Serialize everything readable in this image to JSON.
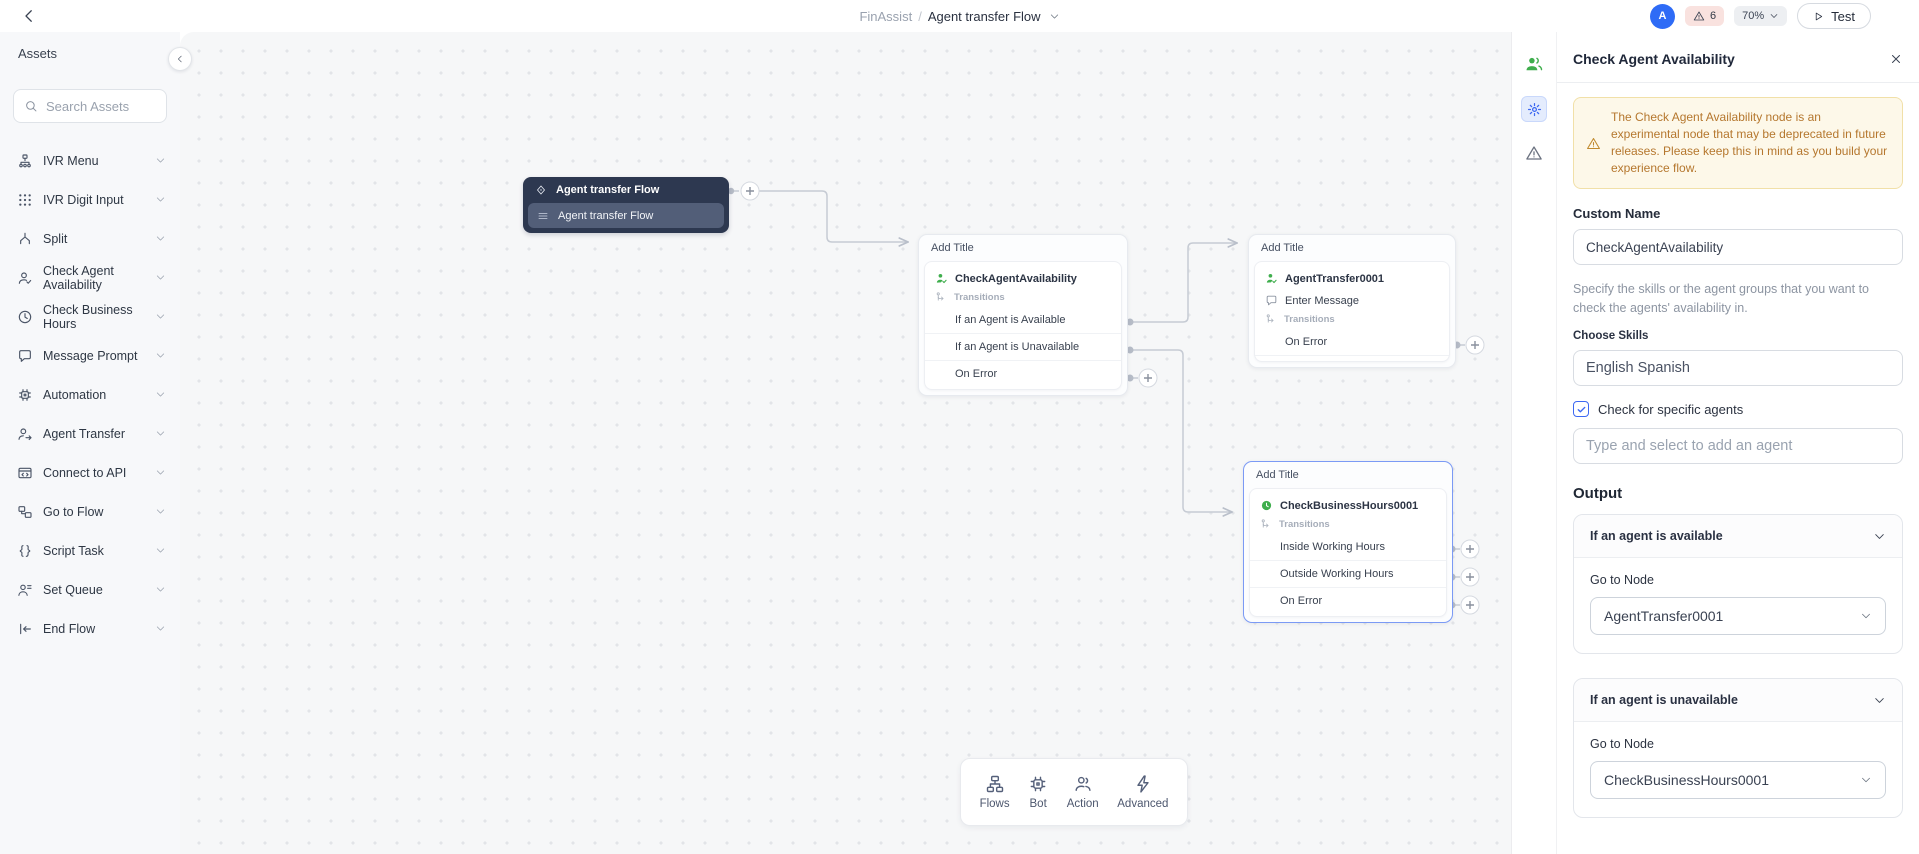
{
  "topbar": {
    "breadcrumb": {
      "app": "FinAssist",
      "separator": "/",
      "flow": "Agent transfer Flow"
    },
    "avatar_initial": "A",
    "warning_count": "6",
    "zoom_level": "70%",
    "test_label": "Test"
  },
  "sidebar": {
    "title": "Assets",
    "search_placeholder": "Search Assets",
    "items": [
      {
        "label": "IVR Menu",
        "icon": "ivr-menu"
      },
      {
        "label": "IVR Digit Input",
        "icon": "grid"
      },
      {
        "label": "Split",
        "icon": "split"
      },
      {
        "label": "Check Agent Availability",
        "icon": "person-check"
      },
      {
        "label": "Check Business Hours",
        "icon": "clock"
      },
      {
        "label": "Message Prompt",
        "icon": "chat"
      },
      {
        "label": "Automation",
        "icon": "bot"
      },
      {
        "label": "Agent Transfer",
        "icon": "person-arrow"
      },
      {
        "label": "Connect to API",
        "icon": "api"
      },
      {
        "label": "Go to Flow",
        "icon": "goto"
      },
      {
        "label": "Script Task",
        "icon": "braces"
      },
      {
        "label": "Set Queue",
        "icon": "queue"
      },
      {
        "label": "End Flow",
        "icon": "end"
      }
    ]
  },
  "canvas": {
    "start_node": {
      "title": "Agent transfer Flow",
      "sub": "Agent transfer Flow"
    },
    "node1": {
      "title": "Add Title",
      "name": "CheckAgentAvailability",
      "transitions_label": "Transitions",
      "outputs": [
        "If an Agent is Available",
        "If an Agent is Unavailable",
        "On Error"
      ]
    },
    "node2": {
      "title": "Add Title",
      "name": "AgentTransfer0001",
      "message_label": "Enter Message",
      "transitions_label": "Transitions",
      "outputs": [
        "On Error"
      ]
    },
    "node3": {
      "title": "Add Title",
      "name": "CheckBusinessHours0001",
      "transitions_label": "Transitions",
      "outputs": [
        "Inside Working Hours",
        "Outside Working Hours",
        "On Error"
      ]
    },
    "toolbar": [
      {
        "label": "Flows",
        "icon": "flows"
      },
      {
        "label": "Bot",
        "icon": "bot"
      },
      {
        "label": "Action",
        "icon": "action"
      },
      {
        "label": "Advanced",
        "icon": "advanced"
      }
    ]
  },
  "panel": {
    "title": "Check Agent Availability",
    "warning_text": "The Check Agent Availability node is an experimental node that may be deprecated in future releases. Please keep this in mind as you build your experience flow.",
    "custom_name_label": "Custom Name",
    "custom_name_value": "CheckAgentAvailability",
    "description": "Specify the skills or the agent groups that you want to check the agents' availability in.",
    "choose_skills_label": "Choose Skills",
    "skills_value": "English Spanish",
    "checkbox_label": "Check for specific agents",
    "agent_input_placeholder": "Type and select to add an agent",
    "output_heading": "Output",
    "sections": [
      {
        "header": "If an agent is available",
        "goto_label": "Go to Node",
        "value": "AgentTransfer0001"
      },
      {
        "header": "If an agent is unavailable",
        "goto_label": "Go to Node",
        "value": "CheckBusinessHours0001"
      }
    ]
  },
  "colors": {
    "accent_blue": "#2e6bf6",
    "node_green": "#3fae4d",
    "selected_node_border": "#7b9af5",
    "warning_bg": "#fdf8e9",
    "warning_text": "#b5772e",
    "start_node_bg": "#2d3850"
  }
}
